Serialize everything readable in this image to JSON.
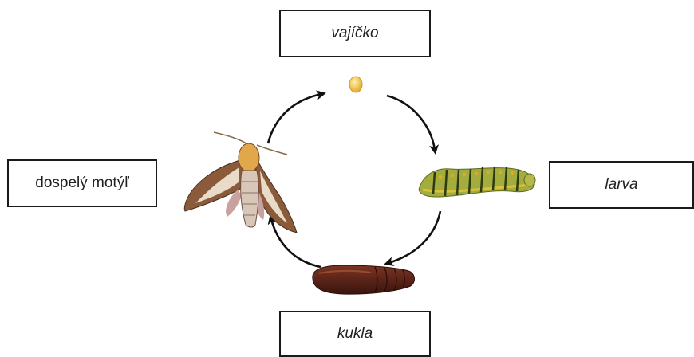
{
  "stages": {
    "egg": {
      "label": "vajíčko"
    },
    "larva": {
      "label": "larva"
    },
    "pupa": {
      "label": "kukla"
    },
    "adult": {
      "label": "dospelý motýľ"
    }
  },
  "colors": {
    "box_border": "#1a1a1a",
    "arrow": "#111111",
    "egg": "#f0c040",
    "larva": "#9aa83a",
    "pupa": "#5a2418",
    "moth": "#8a5a3a"
  },
  "icons": [
    "egg-illustration",
    "caterpillar-illustration",
    "pupa-illustration",
    "moth-illustration",
    "cycle-arrow"
  ]
}
